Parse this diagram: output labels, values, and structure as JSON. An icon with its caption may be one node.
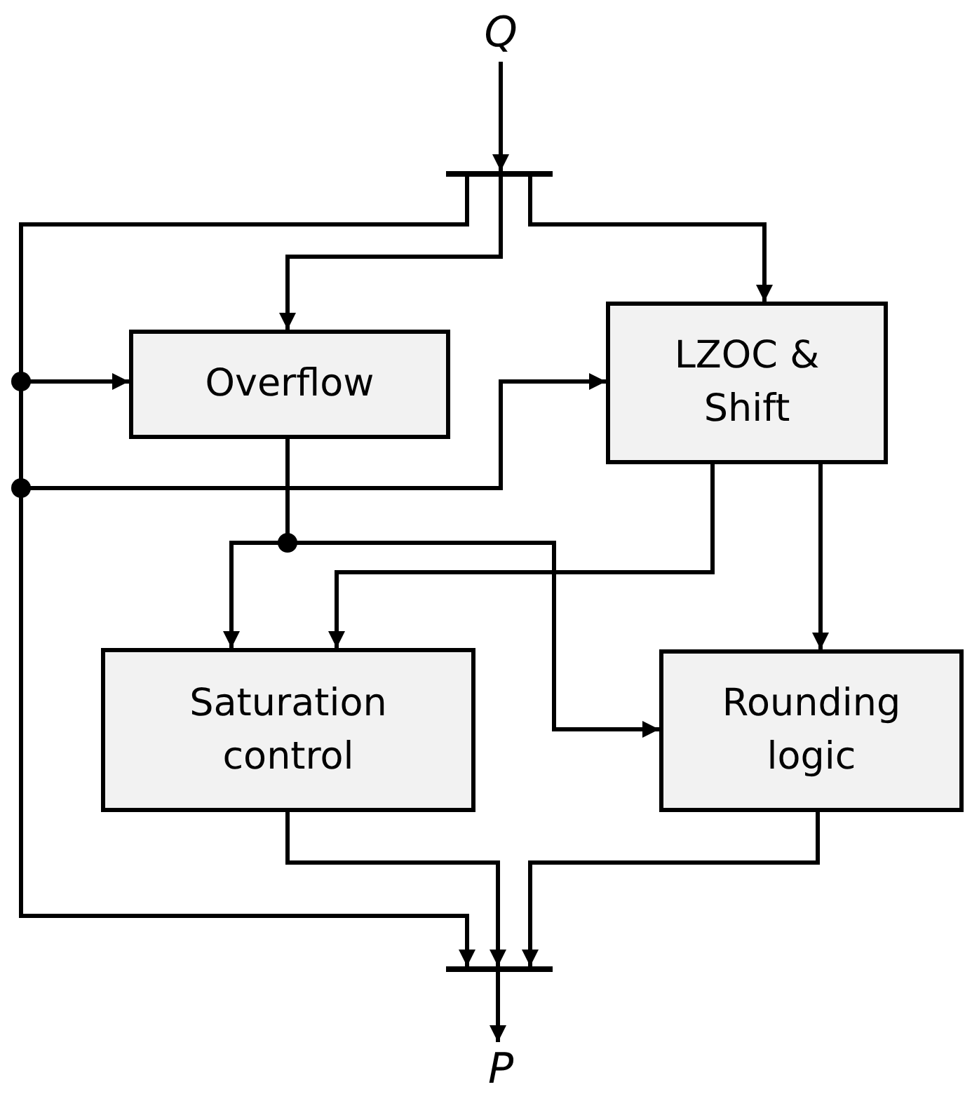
{
  "diagram": {
    "nodes": [
      {
        "text": [
          "Q"
        ]
      },
      {
        "text": [],
        "shape": "bar"
      },
      {
        "text": [
          "Overflow"
        ]
      },
      {
        "text": [
          "LZOC & Shift"
        ]
      },
      {
        "text": [
          "Saturation control"
        ]
      },
      {
        "text": [
          "Rounding logic"
        ]
      },
      {
        "text": [],
        "shape": "bar"
      },
      {
        "text": [
          "P"
        ]
      }
    ],
    "edges": [
      {
        "from": 0,
        "to": 1,
        "arrow": "to"
      },
      {
        "from": 1,
        "to": 2,
        "arrow": "to"
      },
      {
        "from": 1,
        "to": 3,
        "arrow": "to"
      },
      {
        "from": 1,
        "to": 2,
        "arrow": "to"
      },
      {
        "from": 1,
        "to": 3,
        "arrow": "to"
      },
      {
        "from": 1,
        "to": 6,
        "arrow": "to"
      },
      {
        "from": 2,
        "to": 4,
        "arrow": "to"
      },
      {
        "from": 2,
        "to": 5,
        "arrow": "to"
      },
      {
        "from": 3,
        "to": 4,
        "arrow": "to"
      },
      {
        "from": 3,
        "to": 5,
        "arrow": "to"
      },
      {
        "from": 4,
        "to": 6,
        "arrow": "to"
      },
      {
        "from": 5,
        "to": 6,
        "arrow": "to"
      },
      {
        "from": 6,
        "to": 7,
        "arrow": "to"
      }
    ]
  }
}
